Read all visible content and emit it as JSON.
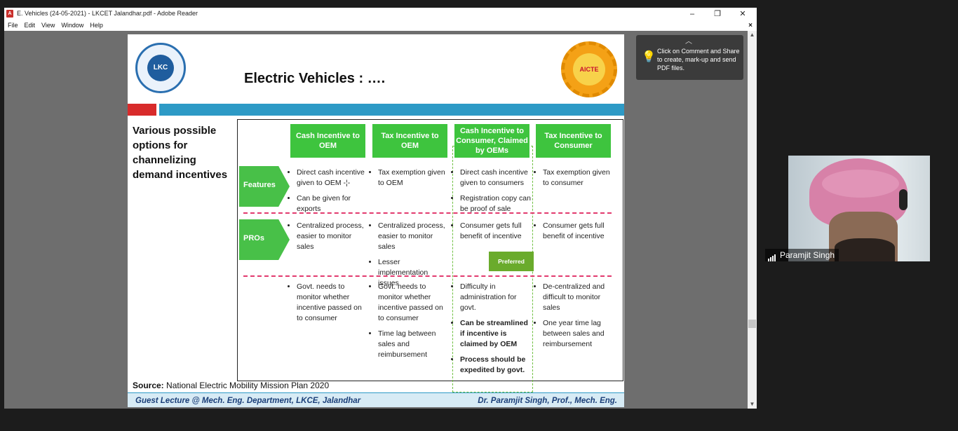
{
  "window": {
    "title": "E. Vehicles (24-05-2021) - LKCET Jalandhar.pdf - Adobe Reader",
    "minimize": "–",
    "maximize": "❐",
    "close": "✕"
  },
  "menu": {
    "items": [
      "File",
      "Edit",
      "View",
      "Window",
      "Help"
    ],
    "close": "×"
  },
  "slide": {
    "title": "Electric Vehicles : ….",
    "left_heading": "Various possible options for channelizing demand incentives",
    "logo_left_text": "LKC",
    "logo_right_text": "AICTE",
    "columns": [
      "Cash Incentive to OEM",
      "Tax Incentive to OEM",
      "Cash Incentive to Consumer, Claimed by OEMs",
      "Tax Incentive to Consumer"
    ],
    "rows": [
      {
        "label": "Features",
        "cells": [
          [
            "Direct cash incentive given to OEM -¦-",
            "Can be given for exports"
          ],
          [
            "Tax exemption given to OEM"
          ],
          [
            "Direct cash incentive given to consumers",
            "Registration copy can be proof of sale"
          ],
          [
            "Tax exemption given to consumer"
          ]
        ]
      },
      {
        "label": "PROs",
        "cells": [
          [
            "Centralized process, easier to monitor sales"
          ],
          [
            "Centralized process, easier to monitor sales",
            "Lesser implementation issues"
          ],
          [
            "Consumer gets full benefit of incentive"
          ],
          [
            "Consumer gets full benefit of incentive"
          ]
        ]
      },
      {
        "label": "",
        "cells": [
          [
            "Govt. needs to monitor whether incentive passed on to consumer"
          ],
          [
            "Govt. needs to monitor whether incentive passed on to consumer",
            "Time lag between sales and reimbursement"
          ],
          [
            "Difficulty in administration for govt.",
            "Can be streamlined if incentive is claimed by OEM",
            "Process should be expedited by govt."
          ],
          [
            "De-centralized and difficult to monitor sales",
            "One year time lag between sales and reimbursement"
          ]
        ]
      }
    ],
    "preferred_badge": "Preferred option",
    "source_label": "Source:",
    "source_text": " National Electric Mobility Mission Plan 2020",
    "footer_left": "Guest Lecture @ Mech. Eng. Department, LKCE, Jalandhar",
    "footer_right": "Dr. Paramjit Singh, Prof., Mech. Eng."
  },
  "tooltip": {
    "text": "Click on Comment and Share to create, mark-up and send PDF files.",
    "icon": "lightbulb-icon"
  },
  "video": {
    "participant_name": "Paramjit Singh",
    "signal_icon": "signal-bars-icon"
  }
}
